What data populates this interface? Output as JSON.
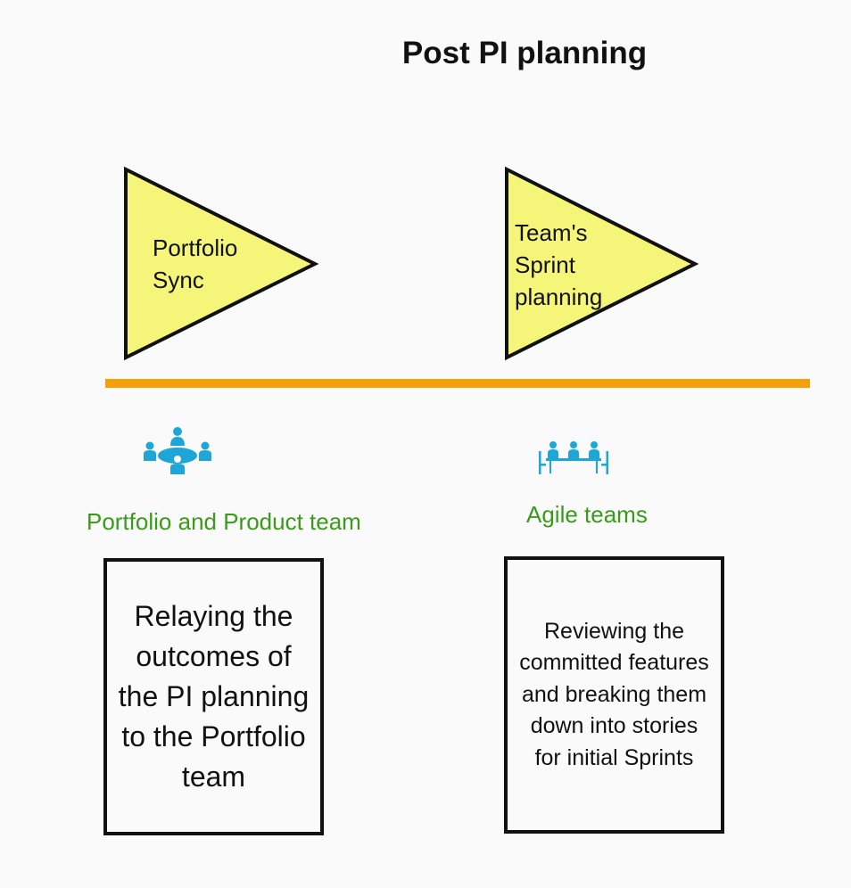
{
  "title": "Post PI planning",
  "colors": {
    "triangle_fill": "#f5f57a",
    "timeline": "#f5a00a",
    "group_label": "#3a9a1a",
    "icon": "#1ea6d6"
  },
  "stages": [
    {
      "label_lines": [
        "Portfolio",
        "Sync"
      ],
      "icon": "round-table-meeting-icon",
      "group": "Portfolio and Product team",
      "description": "Relaying the outcomes of the PI planning to the Portfolio team"
    },
    {
      "label_lines": [
        "Team's",
        "Sprint",
        "planning"
      ],
      "icon": "team-at-table-icon",
      "group": "Agile teams",
      "description": "Reviewing the committed features and breaking them down into stories for initial Sprints"
    }
  ]
}
